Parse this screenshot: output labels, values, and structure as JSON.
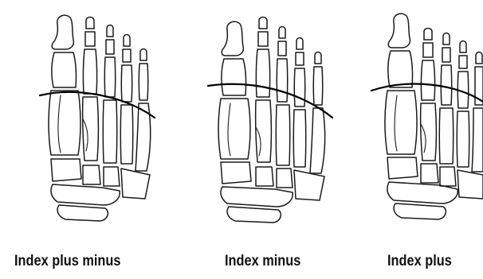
{
  "panels": [
    {
      "label": "Index plus minus",
      "variant": "plus-minus"
    },
    {
      "label": "Index minus",
      "variant": "minus"
    },
    {
      "label": "Index plus",
      "variant": "plus"
    }
  ],
  "colors": {
    "line": "#1a1a1a",
    "background": "#ffffff"
  }
}
